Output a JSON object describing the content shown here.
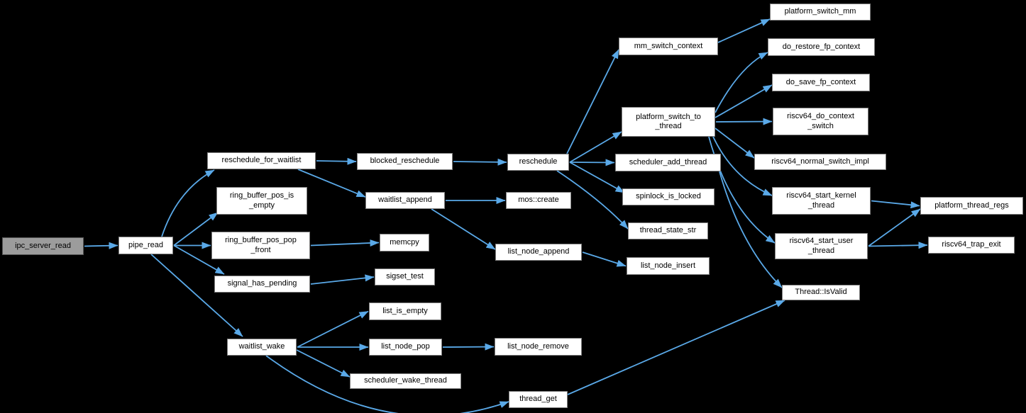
{
  "diagram": {
    "type": "call-graph",
    "root_function": "ipc_server_read"
  },
  "colors": {
    "background": "#000000",
    "edge": "#5aa9e8",
    "node_fill": "#ffffff",
    "node_border": "#7f7f7f",
    "focus_fill": "#9c9c9c",
    "text": "#000000"
  },
  "nodes": [
    {
      "id": "ipc_server_read",
      "label": "ipc_server_read"
    },
    {
      "id": "pipe_read",
      "label": "pipe_read"
    },
    {
      "id": "reschedule_for_waitlist",
      "label": "reschedule_for_waitlist"
    },
    {
      "id": "ring_buffer_pos_is_empty",
      "label": "ring_buffer_pos_is\n_empty"
    },
    {
      "id": "ring_buffer_pos_pop_front",
      "label": "ring_buffer_pos_pop\n_front"
    },
    {
      "id": "signal_has_pending",
      "label": "signal_has_pending"
    },
    {
      "id": "waitlist_wake",
      "label": "waitlist_wake"
    },
    {
      "id": "blocked_reschedule",
      "label": "blocked_reschedule"
    },
    {
      "id": "waitlist_append",
      "label": "waitlist_append"
    },
    {
      "id": "memcpy",
      "label": "memcpy"
    },
    {
      "id": "sigset_test",
      "label": "sigset_test"
    },
    {
      "id": "list_is_empty",
      "label": "list_is_empty"
    },
    {
      "id": "list_node_pop",
      "label": "list_node_pop"
    },
    {
      "id": "scheduler_wake_thread",
      "label": "scheduler_wake_thread"
    },
    {
      "id": "mos_create",
      "label": "mos::create"
    },
    {
      "id": "list_node_append",
      "label": "list_node_append"
    },
    {
      "id": "reschedule",
      "label": "reschedule"
    },
    {
      "id": "list_node_insert",
      "label": "list_node_insert"
    },
    {
      "id": "thread_get",
      "label": "thread_get"
    },
    {
      "id": "list_node_remove",
      "label": "list_node_remove"
    },
    {
      "id": "mm_switch_context",
      "label": "mm_switch_context"
    },
    {
      "id": "platform_switch_to_thread",
      "label": "platform_switch_to\n_thread"
    },
    {
      "id": "scheduler_add_thread",
      "label": "scheduler_add_thread"
    },
    {
      "id": "spinlock_is_locked",
      "label": "spinlock_is_locked"
    },
    {
      "id": "thread_state_str",
      "label": "thread_state_str"
    },
    {
      "id": "thread_isvalid",
      "label": "Thread::IsValid"
    },
    {
      "id": "platform_switch_mm",
      "label": "platform_switch_mm"
    },
    {
      "id": "do_restore_fp_context",
      "label": "do_restore_fp_context"
    },
    {
      "id": "do_save_fp_context",
      "label": "do_save_fp_context"
    },
    {
      "id": "riscv64_do_context_switch",
      "label": "riscv64_do_context\n_switch"
    },
    {
      "id": "riscv64_normal_switch_impl",
      "label": "riscv64_normal_switch_impl"
    },
    {
      "id": "riscv64_start_kernel_thread",
      "label": "riscv64_start_kernel\n_thread"
    },
    {
      "id": "platform_thread_regs",
      "label": "platform_thread_regs"
    },
    {
      "id": "riscv64_start_user_thread",
      "label": "riscv64_start_user\n_thread"
    },
    {
      "id": "riscv64_trap_exit",
      "label": "riscv64_trap_exit"
    }
  ],
  "edges": [
    {
      "from": "ipc_server_read",
      "to": "pipe_read"
    },
    {
      "from": "pipe_read",
      "to": "reschedule_for_waitlist",
      "a": [
        228,
        334
      ],
      "ctrl": [
        250,
        268
      ],
      "b": [
        302,
        240
      ]
    },
    {
      "from": "pipe_read",
      "to": "ring_buffer_pos_is_empty",
      "b": [
        307,
        300
      ]
    },
    {
      "from": "pipe_read",
      "to": "ring_buffer_pos_pop_front"
    },
    {
      "from": "pipe_read",
      "to": "signal_has_pending",
      "b": [
        316,
        387
      ]
    },
    {
      "from": "pipe_read",
      "to": "waitlist_wake",
      "a": [
        213,
        359
      ],
      "b": [
        342,
        475
      ]
    },
    {
      "from": "reschedule_for_waitlist",
      "to": "blocked_reschedule"
    },
    {
      "from": "reschedule_for_waitlist",
      "to": "waitlist_append",
      "a": [
        420,
        239
      ],
      "b": [
        515,
        278
      ]
    },
    {
      "from": "blocked_reschedule",
      "to": "reschedule"
    },
    {
      "from": "waitlist_append",
      "to": "mos_create"
    },
    {
      "from": "waitlist_append",
      "to": "list_node_append",
      "a": [
        608,
        295
      ],
      "b": [
        698,
        352
      ]
    },
    {
      "from": "list_node_append",
      "to": "list_node_insert"
    },
    {
      "from": "ring_buffer_pos_pop_front",
      "to": "memcpy"
    },
    {
      "from": "signal_has_pending",
      "to": "sigset_test"
    },
    {
      "from": "waitlist_wake",
      "to": "list_is_empty"
    },
    {
      "from": "waitlist_wake",
      "to": "list_node_pop"
    },
    {
      "from": "waitlist_wake",
      "to": "scheduler_wake_thread",
      "a": [
        418,
        494
      ],
      "b": [
        493,
        532
      ]
    },
    {
      "from": "waitlist_wake",
      "to": "thread_get",
      "a": [
        375,
        502
      ],
      "ctrl": [
        545,
        628
      ],
      "b": [
        717,
        567
      ]
    },
    {
      "from": "list_node_pop",
      "to": "list_node_remove"
    },
    {
      "from": "thread_get",
      "to": "thread_isvalid",
      "a": [
        800,
        557
      ],
      "b": [
        1106,
        424
      ]
    },
    {
      "from": "reschedule",
      "to": "mm_switch_context",
      "a": [
        799,
        217
      ],
      "b": [
        872,
        70
      ]
    },
    {
      "from": "reschedule",
      "to": "platform_switch_to_thread",
      "b": [
        876,
        186
      ]
    },
    {
      "from": "reschedule",
      "to": "scheduler_add_thread"
    },
    {
      "from": "reschedule",
      "to": "spinlock_is_locked",
      "b": [
        880,
        272
      ]
    },
    {
      "from": "reschedule",
      "to": "thread_state_str",
      "a": [
        785,
        241
      ],
      "ctrl": [
        848,
        283
      ],
      "b": [
        885,
        323
      ]
    },
    {
      "from": "mm_switch_context",
      "to": "platform_switch_mm",
      "a": [
        1012,
        60
      ],
      "b": [
        1085,
        27
      ]
    },
    {
      "from": "platform_switch_to_thread",
      "to": "do_restore_fp_context",
      "a": [
        1008,
        159
      ],
      "ctrl": [
        1042,
        94
      ],
      "b": [
        1082,
        74
      ]
    },
    {
      "from": "platform_switch_to_thread",
      "to": "do_save_fp_context",
      "a": [
        1008,
        166
      ],
      "b": [
        1088,
        120
      ]
    },
    {
      "from": "platform_switch_to_thread",
      "to": "riscv64_do_context_switch"
    },
    {
      "from": "platform_switch_to_thread",
      "to": "riscv64_normal_switch_impl",
      "a": [
        1008,
        181
      ],
      "b": [
        1063,
        223
      ]
    },
    {
      "from": "platform_switch_to_thread",
      "to": "riscv64_start_kernel_thread",
      "a": [
        1005,
        193
      ],
      "ctrl": [
        1033,
        252
      ],
      "b": [
        1088,
        276
      ]
    },
    {
      "from": "platform_switch_to_thread",
      "to": "riscv64_start_user_thread",
      "a": [
        999,
        193
      ],
      "ctrl": [
        1028,
        300
      ],
      "b": [
        1092,
        343
      ]
    },
    {
      "from": "scheduler_add_thread",
      "to": "thread_isvalid",
      "a": [
        1014,
        242
      ],
      "ctrl": [
        1044,
        348
      ],
      "b": [
        1102,
        406
      ]
    },
    {
      "from": "riscv64_start_kernel_thread",
      "to": "platform_thread_regs"
    },
    {
      "from": "riscv64_start_user_thread",
      "to": "platform_thread_regs",
      "b": [
        1297,
        295
      ]
    },
    {
      "from": "riscv64_start_user_thread",
      "to": "riscv64_trap_exit"
    }
  ]
}
